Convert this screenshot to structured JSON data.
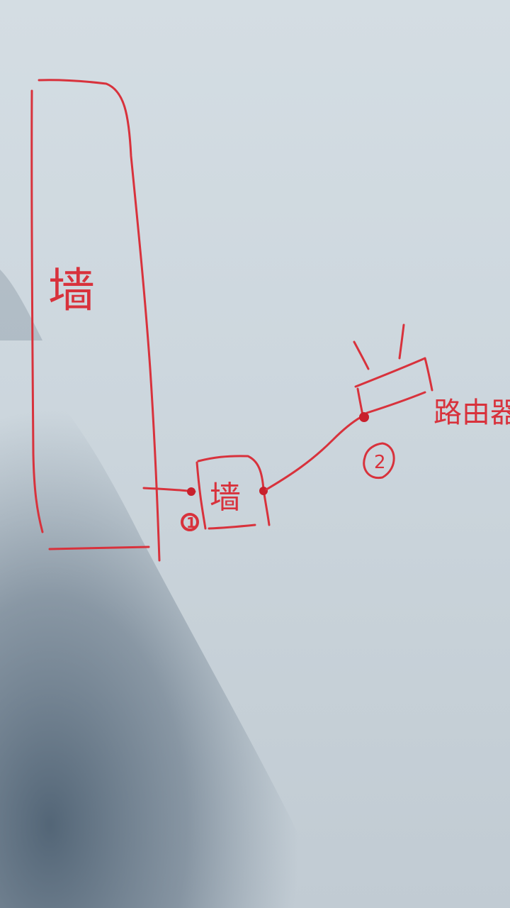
{
  "diagram": {
    "wall_label": "墙",
    "node1_box_label": "墙",
    "node1_number": "1",
    "node2_number": "2",
    "router_label": "路由器"
  },
  "colors": {
    "ink": "#d8323c",
    "paper": "#d4dde3",
    "shadow": "#3f5366"
  },
  "icons": {
    "router_signal": "signal-lines-icon"
  }
}
